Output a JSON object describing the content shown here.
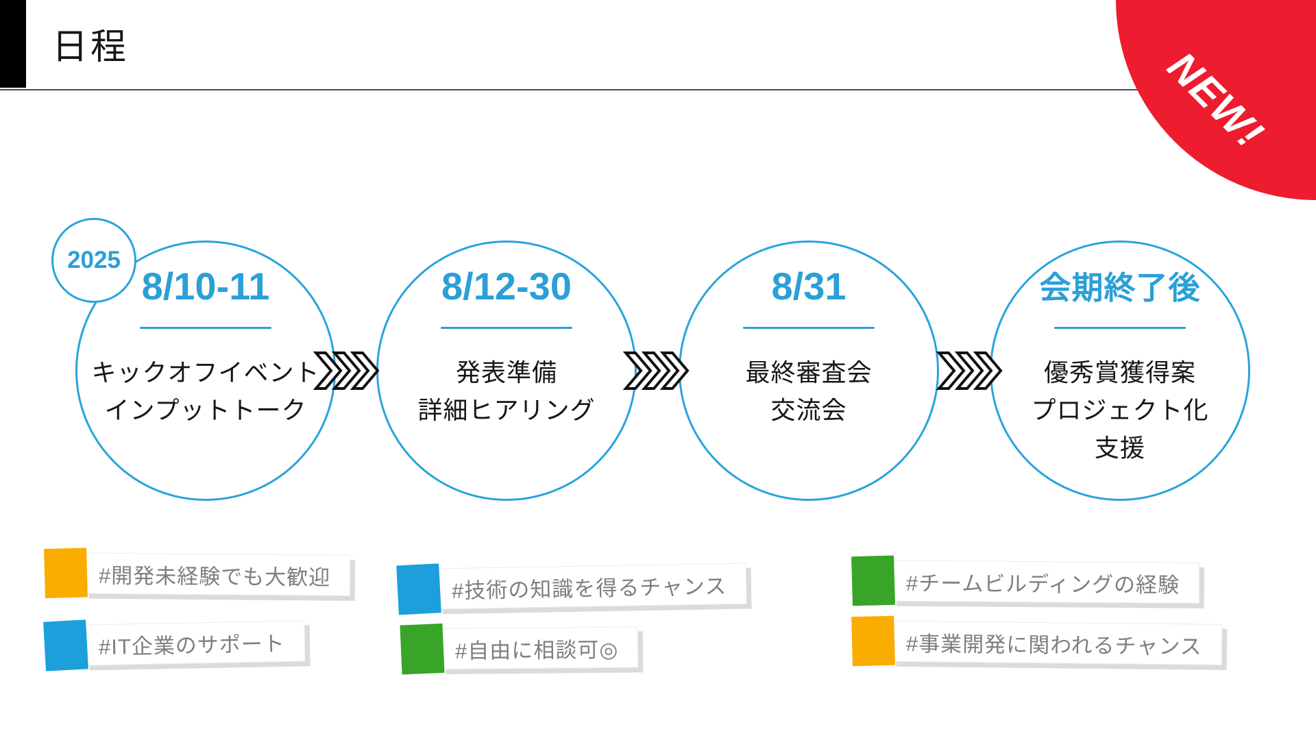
{
  "page": {
    "title": "日程"
  },
  "new_badge": {
    "label": "NEW!",
    "color": "#ED1C2E"
  },
  "year_badge": {
    "label": "2025"
  },
  "timeline": {
    "accent_color": "#2B9FD6",
    "steps": [
      {
        "date": "8/10-11",
        "lines": [
          "キックオフイベント",
          "インプットトーク"
        ]
      },
      {
        "date": "8/12-30",
        "lines": [
          "発表準備",
          "詳細ヒアリング"
        ]
      },
      {
        "date": "8/31",
        "lines": [
          "最終審査会",
          "交流会"
        ]
      },
      {
        "date": "会期終了後",
        "lines": [
          "優秀賞獲得案",
          "プロジェクト化",
          "支援"
        ]
      }
    ]
  },
  "tags": [
    {
      "label": "#開発未経験でも大歓迎",
      "color": "#FBAC00",
      "color_name": "orange"
    },
    {
      "label": "#IT企業のサポート",
      "color": "#1BA0DC",
      "color_name": "blue"
    },
    {
      "label": "#技術の知識を得るチャンス",
      "color": "#1BA0DC",
      "color_name": "blue"
    },
    {
      "label": "#自由に相談可◎",
      "color": "#38A528",
      "color_name": "green"
    },
    {
      "label": "#チームビルディングの経験",
      "color": "#38A528",
      "color_name": "green"
    },
    {
      "label": "#事業開発に関われるチャンス",
      "color": "#FBAC00",
      "color_name": "orange"
    }
  ]
}
